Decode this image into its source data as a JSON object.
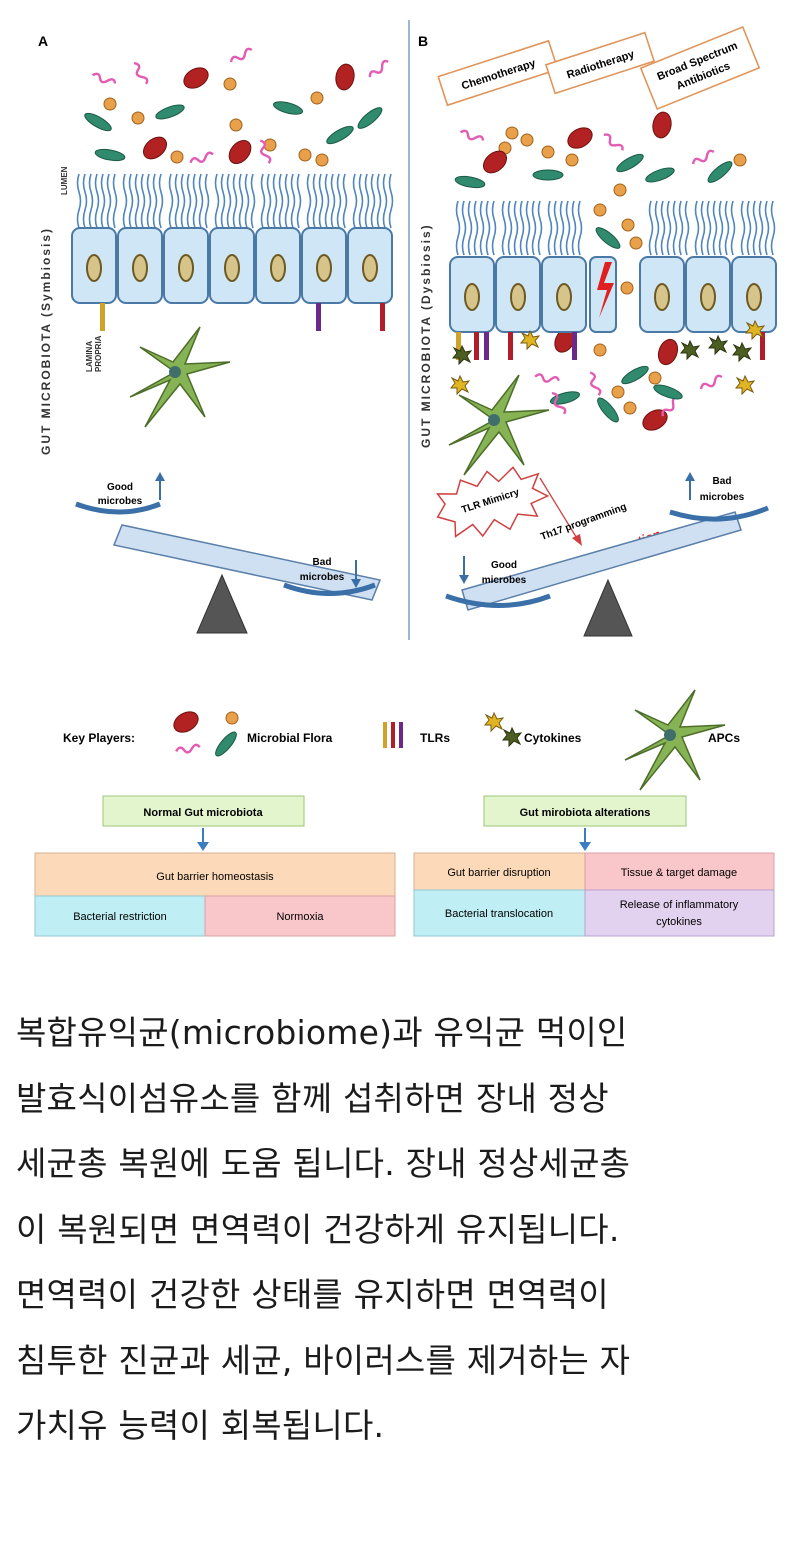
{
  "panels": {
    "a": {
      "letter": "A",
      "vertical_label": "GUT MICROBIOTA (Symbiosis)",
      "lumen": "LUMEN",
      "lamina": [
        "LAMINA",
        "PROPRIA"
      ],
      "good": [
        "Good",
        "microbes"
      ],
      "bad": [
        "Bad",
        "microbes"
      ]
    },
    "b": {
      "letter": "B",
      "vertical_label": "GUT MICROBIOTA (Dysbiosis)",
      "treatments": [
        "Chemotherapy",
        "Radiotherapy",
        "Broad Spectrum",
        "Antibiotics"
      ],
      "tlr_mimicry": "TLR Mimicry",
      "th17": "Th17 programming",
      "sterile": "Sterile Inflammation",
      "good": [
        "Good",
        "microbes"
      ],
      "bad": [
        "Bad",
        "microbes"
      ]
    }
  },
  "legend": {
    "title": "Key Players:",
    "flora": "Microbial Flora",
    "tlrs": "TLRs",
    "cytokines": "Cytokines",
    "apcs": "APCs"
  },
  "flow_left": {
    "header": "Normal Gut microbiota",
    "top": "Gut barrier homeostasis",
    "bottom_left": "Bacterial restriction",
    "bottom_right": "Normoxia"
  },
  "flow_right": {
    "header": "Gut mirobiota alterations",
    "top_left": "Gut barrier disruption",
    "top_right": "Tissue & target damage",
    "bottom_left": "Bacterial translocation",
    "bottom_right": [
      "Release of inflammatory",
      "cytokines"
    ]
  },
  "colors": {
    "orange_box": "#fcd9b8",
    "cyan_box": "#bfeef4",
    "pink_box": "#f9c7ca",
    "purple_box": "#e3d2ef",
    "green_box": "#e3f5cc",
    "cell": "#cfe6f7",
    "cell_border": "#4a79a6",
    "microvilli": "#4f86bf",
    "red_microbe": "#b22222",
    "green_microbe": "#2f8a6e",
    "orange_microbe": "#e8a04a",
    "apc": "#7aa64e",
    "sterile_text": "#e02a2a"
  },
  "caption": [
    "복합유익균(microbiome)과 유익균 먹이인",
    "발효식이섬유소를 함께 섭취하면 장내 정상",
    "세균총 복원에 도움 됩니다. 장내 정상세균총",
    "이 복원되면 면역력이 건강하게 유지됩니다.",
    "면역력이 건강한 상태를 유지하면 면역력이",
    "침투한 진균과 세균, 바이러스를 제거하는 자",
    "가치유 능력이 회복됩니다."
  ]
}
